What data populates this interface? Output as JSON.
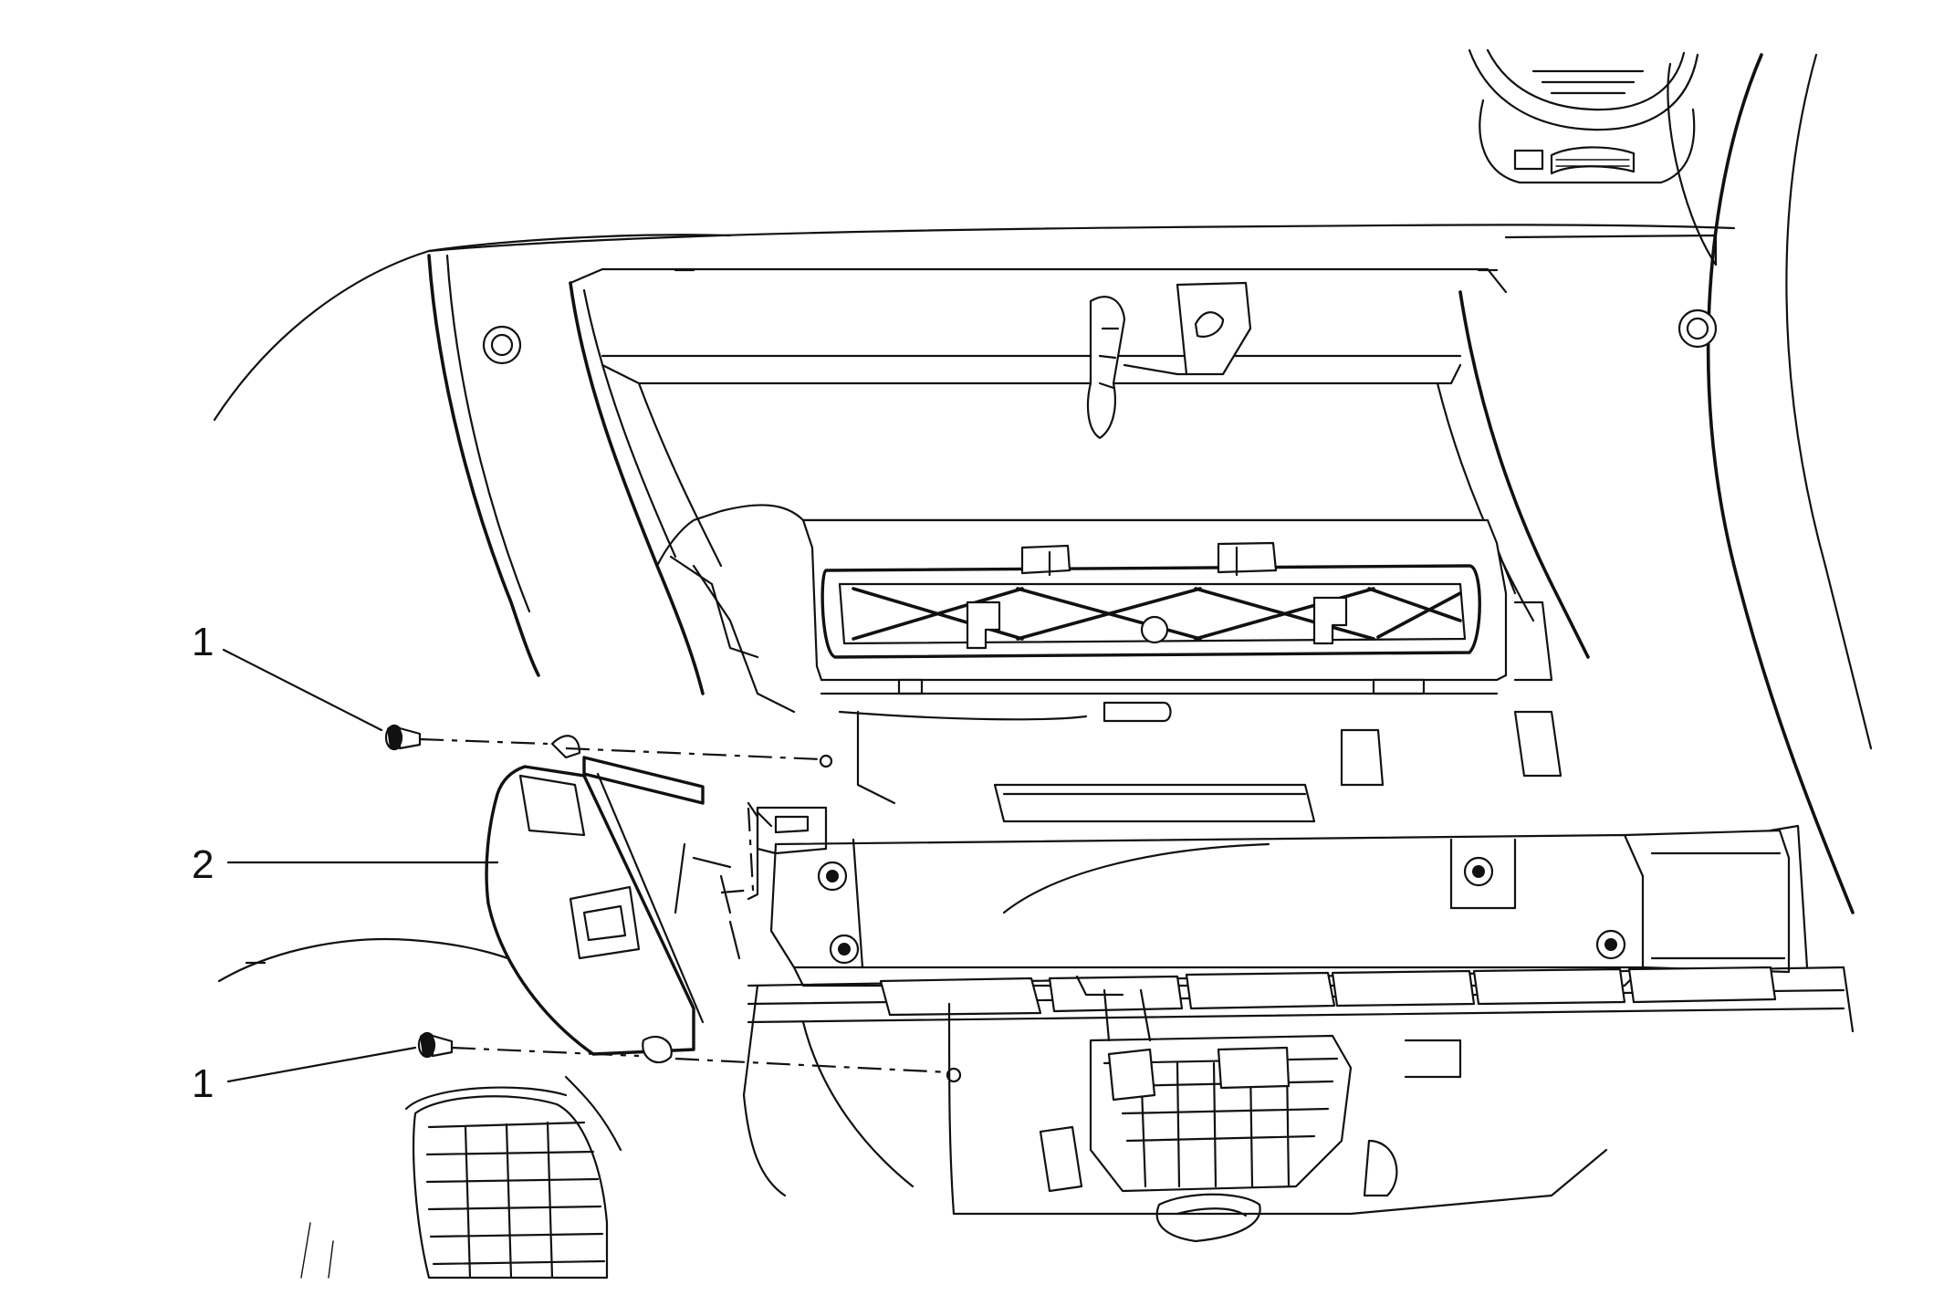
{
  "callouts": [
    {
      "id": "c1a",
      "label": "1"
    },
    {
      "id": "c2",
      "label": "2"
    },
    {
      "id": "c1b",
      "label": "1"
    }
  ]
}
